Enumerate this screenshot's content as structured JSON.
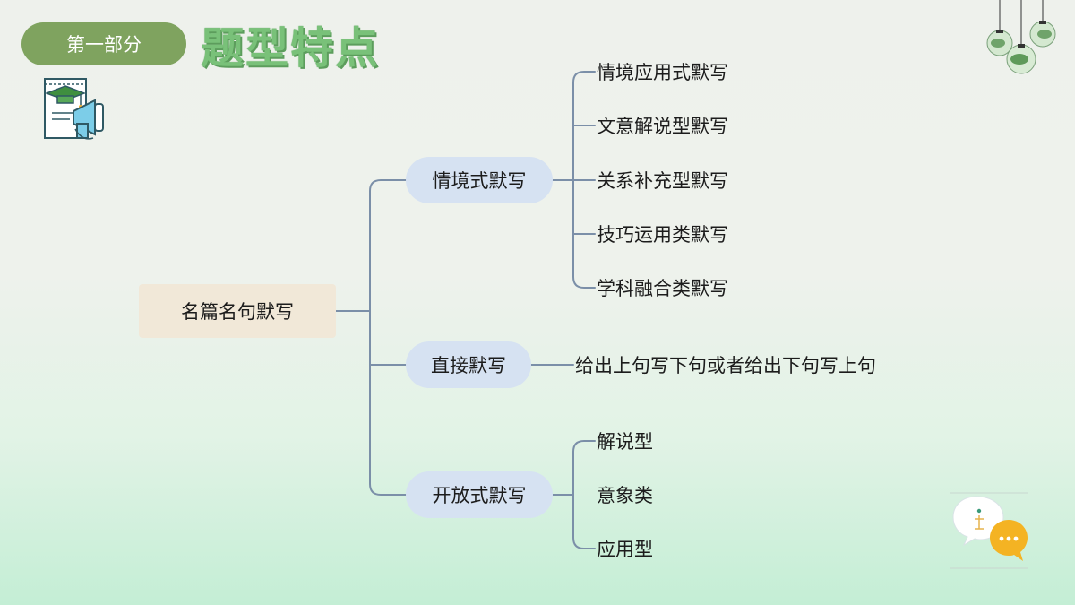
{
  "header": {
    "section_badge": "第一部分",
    "title": "题型特点"
  },
  "mindmap": {
    "root": "名篇名句默写",
    "branches": [
      {
        "label": "情境式默写",
        "children": [
          "情境应用式默写",
          "文意解说型默写",
          "关系补充型默写",
          "技巧运用类默写",
          "学科融合类默写"
        ]
      },
      {
        "label": "直接默写",
        "children": [
          "给出上句写下句或者给出下句写上句"
        ]
      },
      {
        "label": "开放式默写",
        "children": [
          "解说型",
          "意象类",
          "应用型"
        ]
      }
    ]
  },
  "decor": {
    "icons": [
      "certificate-graduation-icon",
      "hanging-lamps-icon",
      "chat-bubbles-icon"
    ],
    "accent_green": "#7fa35f",
    "line_color": "#7b8fa8"
  }
}
